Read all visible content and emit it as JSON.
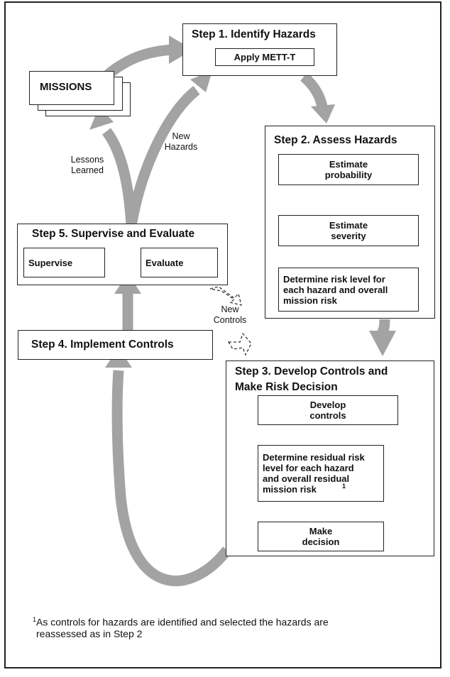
{
  "missions": {
    "label": "MISSIONS"
  },
  "step1": {
    "title": "Step 1. Identify Hazards",
    "items": [
      "Apply METT-T"
    ]
  },
  "step2": {
    "title": "Step 2. Assess Hazards",
    "items": [
      "Estimate\nprobability",
      "Estimate\nseverity",
      "Determine risk level for\neach hazard and overall\nmission risk"
    ]
  },
  "step3": {
    "title_line1": "Step 3. Develop Controls and",
    "title_line2": "Make Risk Decision",
    "items": [
      "Develop\ncontrols",
      "Determine residual risk\nlevel for each hazard\nand overall residual\nmission risk",
      "Make\ndecision"
    ],
    "footnote_marker": "1"
  },
  "step4": {
    "title": "Step 4. Implement Controls"
  },
  "step5": {
    "title": "Step 5. Supervise and Evaluate",
    "items": [
      "Supervise",
      "Evaluate"
    ]
  },
  "labels": {
    "lessons_learned": "Lessons\nLearned",
    "new_hazards": "New\nHazards",
    "new_controls": "New\nControls"
  },
  "footnote": {
    "marker": "1",
    "line1": "As controls for hazards are identified and selected the hazards are",
    "line2": "reassessed as in Step 2"
  },
  "colors": {
    "flow_arrow": "#a3a3a3",
    "step_arrow": "#111111",
    "border": "#222222"
  }
}
